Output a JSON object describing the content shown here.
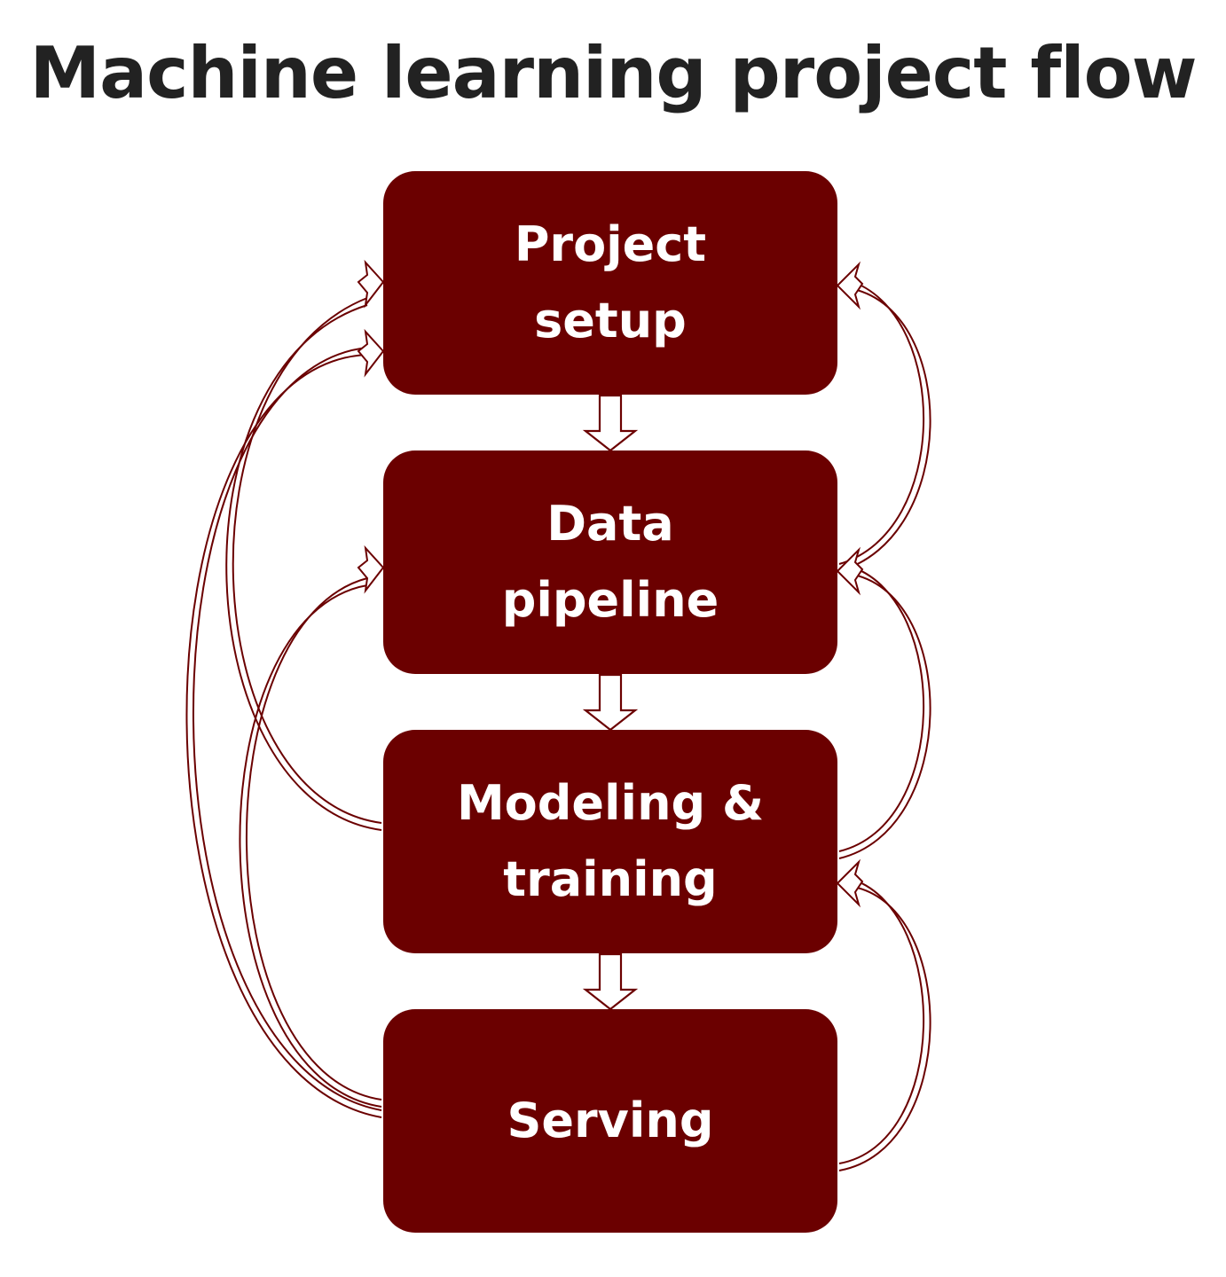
{
  "title": "Machine learning project flow",
  "colors": {
    "box_fill": "#6b0000",
    "box_text": "#ffffff",
    "arrow_stroke": "#6b0000",
    "title_text": "#222222"
  },
  "stages": [
    {
      "id": "project-setup",
      "label": "Project\nsetup"
    },
    {
      "id": "data-pipeline",
      "label": "Data\npipeline"
    },
    {
      "id": "modeling-training",
      "label": "Modeling &\ntraining"
    },
    {
      "id": "serving",
      "label": "Serving"
    }
  ],
  "forward_flow": [
    {
      "from": "project-setup",
      "to": "data-pipeline"
    },
    {
      "from": "data-pipeline",
      "to": "modeling-training"
    },
    {
      "from": "modeling-training",
      "to": "serving"
    }
  ],
  "feedback_loops": [
    {
      "from": "data-pipeline",
      "to": "project-setup"
    },
    {
      "from": "modeling-training",
      "to": "data-pipeline"
    },
    {
      "from": "serving",
      "to": "modeling-training"
    },
    {
      "from": "modeling-training",
      "to": "project-setup"
    },
    {
      "from": "serving",
      "to": "data-pipeline"
    },
    {
      "from": "serving",
      "to": "project-setup"
    }
  ]
}
